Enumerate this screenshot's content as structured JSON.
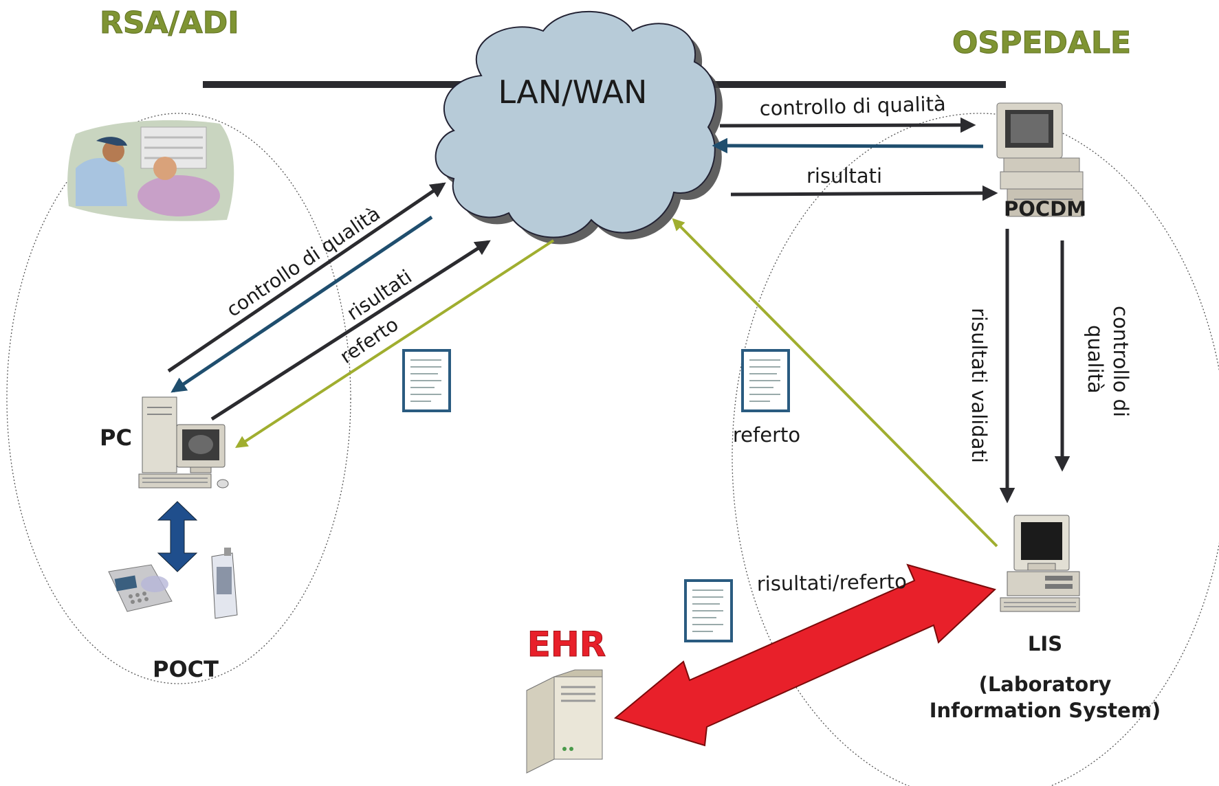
{
  "colors": {
    "accent_green": "#7f9433",
    "ehr_red": "#e8202a",
    "cloud_fill": "#b7cbd8",
    "arrow_dark": "#2b2b2f",
    "arrow_blue": "#1f4e6e",
    "arrow_olive": "#a0ae2f"
  },
  "regions": {
    "left_title": "RSA/ADI",
    "right_title": "OSPEDALE"
  },
  "network": {
    "label": "LAN/WAN"
  },
  "nodes": {
    "pc": "PC",
    "poct": "POCT",
    "pocdm": "POCDM",
    "lis": "LIS",
    "lis_desc_line1": "(Laboratory",
    "lis_desc_line2": "Information System)",
    "ehr": "EHR"
  },
  "flows": {
    "left_qc": "controllo di qualità",
    "left_results": "risultati",
    "left_report": "referto",
    "right_qc": "controllo di qualità",
    "right_results": "risultati",
    "validated_results": "risultati validati",
    "qc_line1": "controllo di",
    "qc_line2": "qualità",
    "report_mid": "referto",
    "ehr_link": "risultati/referto"
  },
  "icons": {
    "patient": "patient-care-clipart-icon",
    "pc": "desktop-computer-icon",
    "poct_devices": "poct-devices-icon",
    "document": "document-icon",
    "server": "server-icon"
  }
}
